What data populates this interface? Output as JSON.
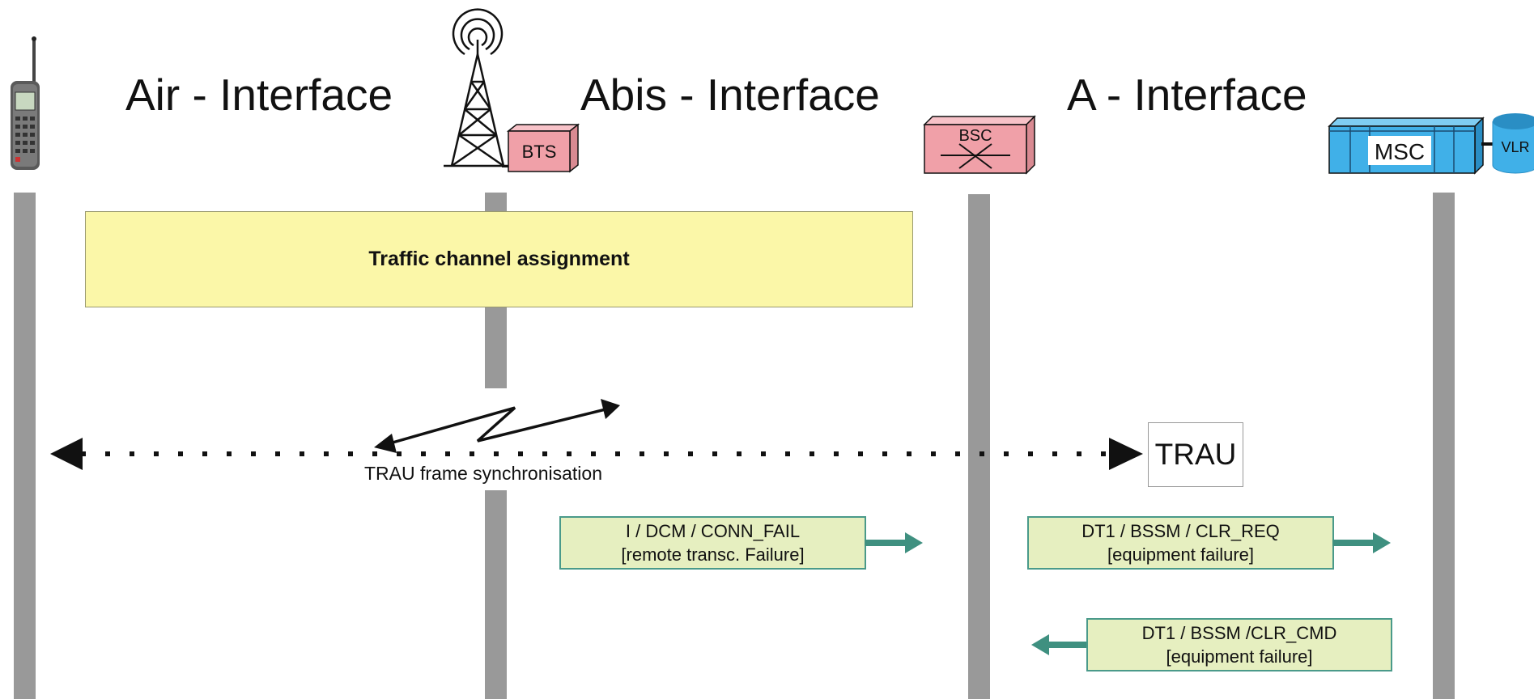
{
  "interfaces": {
    "air": "Air - Interface",
    "abis": "Abis - Interface",
    "a": "A - Interface"
  },
  "nodes": {
    "bts": "BTS",
    "bsc": "BSC",
    "msc": "MSC",
    "vlr": "VLR"
  },
  "traffic_box": "Traffic channel assignment",
  "trau": {
    "box_label": "TRAU",
    "sync_label": "TRAU frame synchronisation"
  },
  "messages": [
    {
      "line1": "I / DCM / CONN_FAIL",
      "line2": "[remote transc. Failure]"
    },
    {
      "line1": "DT1 / BSSM / CLR_REQ",
      "line2": "[equipment failure]"
    },
    {
      "line1": "DT1 / BSSM /CLR_CMD",
      "line2": "[equipment failure]"
    }
  ],
  "colors": {
    "lifeline": "#999999",
    "traffic_box": "#fbf7a8",
    "message_box": "#e6efc0",
    "message_arrow": "#3f9080",
    "bts_bsc": "#f0a0a8",
    "msc_vlr": "#40b0e8"
  },
  "icons": [
    "mobile-phone-icon",
    "antenna-tower-icon",
    "bts-icon",
    "bsc-icon",
    "msc-icon",
    "vlr-icon"
  ]
}
